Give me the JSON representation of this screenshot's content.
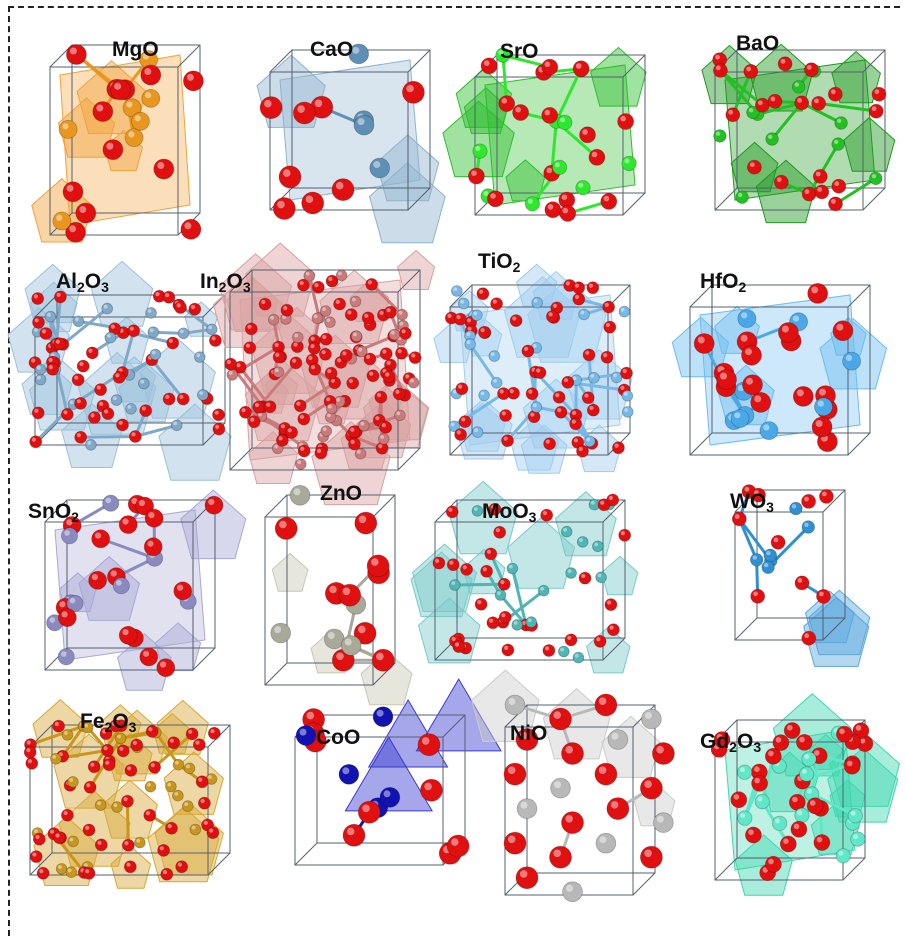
{
  "panels": [
    {
      "formula": "MgO",
      "label": "MgO",
      "sub": "",
      "tail": "",
      "colors": {
        "metal": "#e8961e",
        "oxygen": "#e01010",
        "polyhedron": "#f2a23a"
      }
    },
    {
      "formula": "CaO",
      "label": "CaO",
      "sub": "",
      "tail": "",
      "colors": {
        "metal": "#5e8fb5",
        "oxygen": "#e01010",
        "polyhedron": "#8fb3cf"
      }
    },
    {
      "formula": "SrO",
      "label": "SrO",
      "sub": "",
      "tail": "",
      "colors": {
        "metal": "#2ee82e",
        "oxygen": "#e01010",
        "polyhedron": "#2dbf2d"
      }
    },
    {
      "formula": "BaO",
      "label": "BaO",
      "sub": "",
      "tail": "",
      "colors": {
        "metal": "#22c022",
        "oxygen": "#e01010",
        "polyhedron": "#1f9a1f"
      }
    },
    {
      "formula": "Al2O3",
      "label": "Al",
      "sub": "2",
      "tail": "O",
      "sub2": "3",
      "colors": {
        "metal": "#7fa8c9",
        "oxygen": "#e01010",
        "polyhedron": "#9cc0dc"
      }
    },
    {
      "formula": "In2O3",
      "label": "In",
      "sub": "2",
      "tail": "O",
      "sub2": "3",
      "colors": {
        "metal": "#c97a7a",
        "oxygen": "#e01010",
        "polyhedron": "#d9a0a0"
      }
    },
    {
      "formula": "TiO2",
      "label": "TiO",
      "sub": "2",
      "tail": "",
      "colors": {
        "metal": "#78b8e6",
        "oxygen": "#e01010",
        "polyhedron": "#9fcdef"
      }
    },
    {
      "formula": "HfO2",
      "label": "HfO",
      "sub": "2",
      "tail": "",
      "colors": {
        "metal": "#4aa8e8",
        "oxygen": "#e01010",
        "polyhedron": "#6cbcf0"
      }
    },
    {
      "formula": "SnO2",
      "label": "SnO",
      "sub": "2",
      "tail": "",
      "colors": {
        "metal": "#8a8ac0",
        "oxygen": "#e01010",
        "polyhedron": "#a8a8d4"
      }
    },
    {
      "formula": "ZnO",
      "label": "ZnO",
      "sub": "",
      "tail": "",
      "colors": {
        "metal": "#a9a99a",
        "oxygen": "#e01010",
        "polyhedron": "#c8c8b4"
      }
    },
    {
      "formula": "MoO3",
      "label": "MoO",
      "sub": "3",
      "tail": "",
      "colors": {
        "metal": "#4fb5b5",
        "oxygen": "#e01010",
        "polyhedron": "#79caca"
      }
    },
    {
      "formula": "WO3",
      "label": "WO",
      "sub": "3",
      "tail": "",
      "colors": {
        "metal": "#2f8fd0",
        "oxygen": "#e01010",
        "polyhedron": "#5aa8de"
      }
    },
    {
      "formula": "Fe2O3",
      "label": "Fe",
      "sub": "2",
      "tail": "O",
      "sub2": "3",
      "colors": {
        "metal": "#c8961c",
        "oxygen": "#e01010",
        "polyhedron": "#d8a838"
      }
    },
    {
      "formula": "CoO",
      "label": "CoO",
      "sub": "",
      "tail": "",
      "colors": {
        "metal": "#1212b0",
        "oxygen": "#e01010",
        "polyhedron": "#3a3ad0"
      }
    },
    {
      "formula": "NiO",
      "label": "NiO",
      "sub": "",
      "tail": "",
      "colors": {
        "metal": "#b8b8b8",
        "oxygen": "#e01010",
        "polyhedron": "#cccccc"
      }
    },
    {
      "formula": "Gd2O3",
      "label": "Gd",
      "sub": "2",
      "tail": "O",
      "sub2": "3",
      "colors": {
        "metal": "#5fe8c8",
        "oxygen": "#e01010",
        "polyhedron": "#3fd6b0"
      }
    }
  ]
}
